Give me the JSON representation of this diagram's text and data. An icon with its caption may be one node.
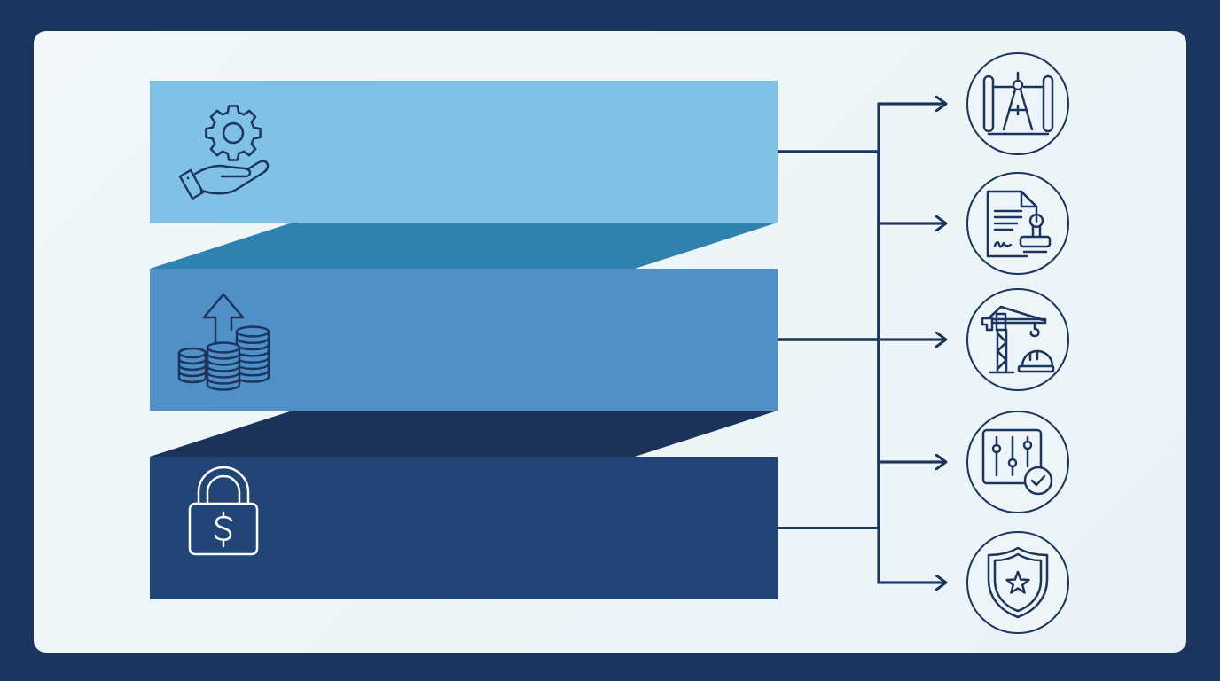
{
  "diagram": {
    "nodes": [
      {
        "text": [],
        "shape": "box"
      },
      {
        "text": [],
        "shape": "box"
      },
      {
        "text": [],
        "shape": "box"
      },
      {
        "text": [],
        "shape": "circle"
      },
      {
        "text": [],
        "shape": "circle"
      },
      {
        "text": [],
        "shape": "circle"
      },
      {
        "text": [],
        "shape": "circle"
      },
      {
        "text": [],
        "shape": "circle"
      }
    ],
    "edges": [
      {
        "from": 0,
        "to": 3,
        "arrow": "to"
      },
      {
        "from": 0,
        "to": 4,
        "arrow": "to"
      },
      {
        "from": 0,
        "to": 5,
        "arrow": "to"
      },
      {
        "from": 0,
        "to": 6,
        "arrow": "to"
      },
      {
        "from": 0,
        "to": 7,
        "arrow": "to"
      },
      {
        "from": 1,
        "to": 3,
        "arrow": "to"
      },
      {
        "from": 1,
        "to": 4,
        "arrow": "to"
      },
      {
        "from": 1,
        "to": 5,
        "arrow": "to"
      },
      {
        "from": 1,
        "to": 6,
        "arrow": "to"
      },
      {
        "from": 1,
        "to": 7,
        "arrow": "to"
      },
      {
        "from": 2,
        "to": 3,
        "arrow": "to"
      },
      {
        "from": 2,
        "to": 4,
        "arrow": "to"
      },
      {
        "from": 2,
        "to": 5,
        "arrow": "to"
      },
      {
        "from": 2,
        "to": 6,
        "arrow": "to"
      },
      {
        "from": 2,
        "to": 7,
        "arrow": "to"
      }
    ]
  }
}
